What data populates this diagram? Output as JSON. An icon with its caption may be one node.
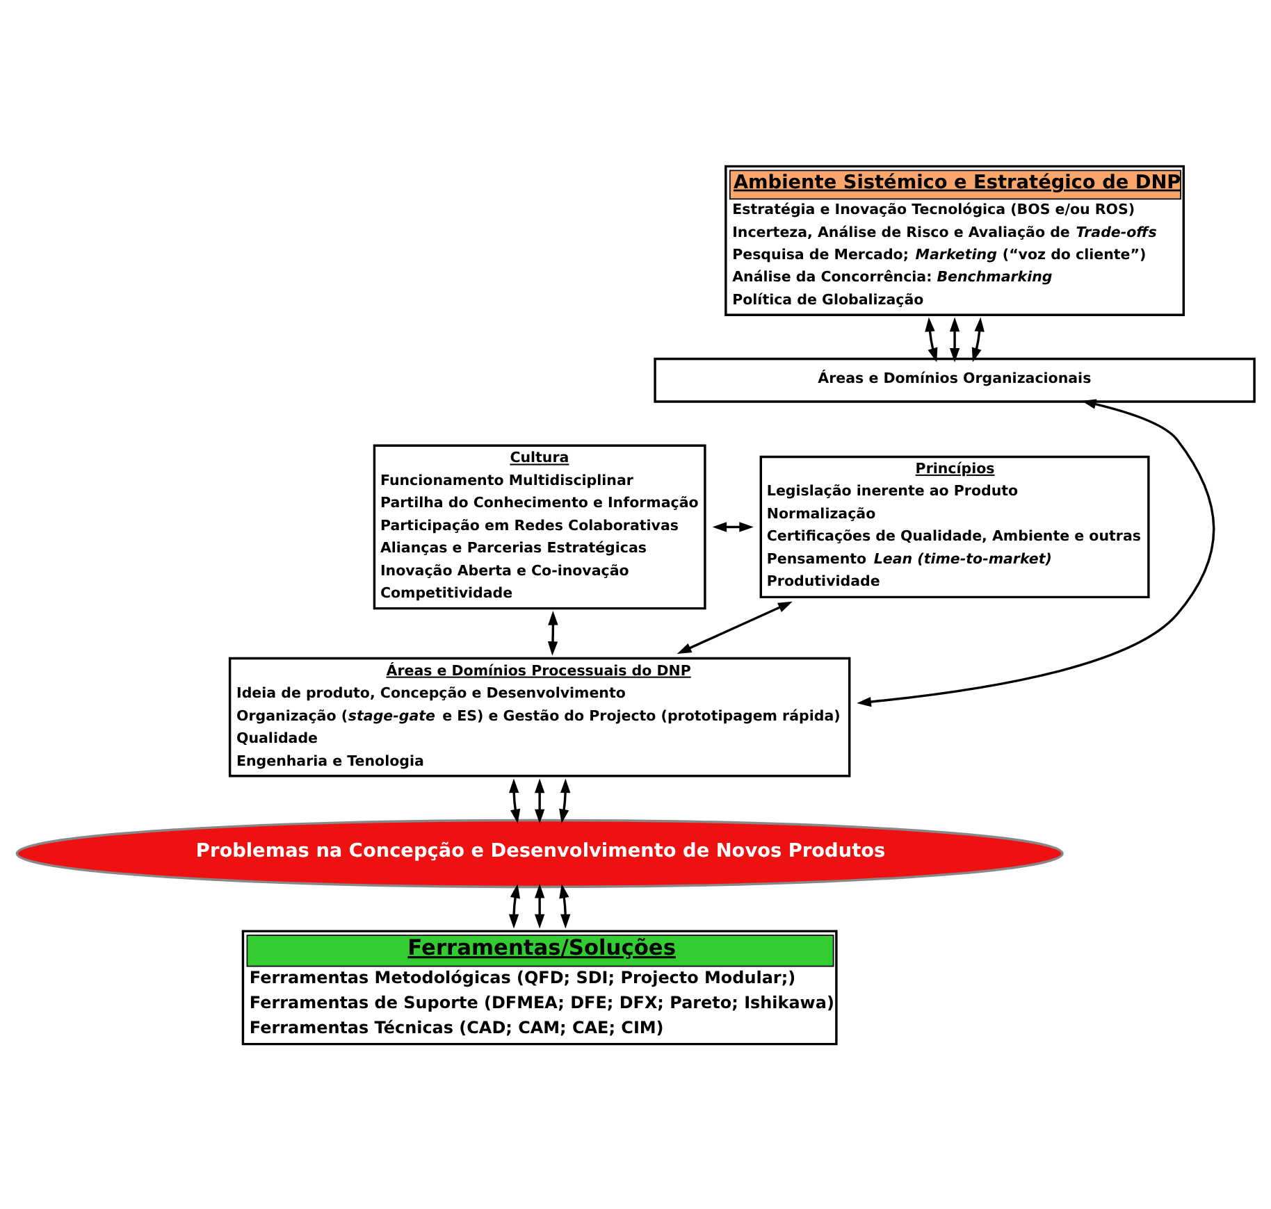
{
  "diagram": {
    "nodes": [
      {
        "text": [
          "Ambiente Sistémico e Estratégico de DNP",
          "Estratégia e Inovação Tecnológica (BOS e/ou ROS)",
          "Incerteza, Análise de Risco e Avaliação de *Trade-offs*",
          "Pesquisa de Mercado; *Marketing* (“voz do cliente”)",
          "Análise da Concorrência: *Benchmarking*",
          "Política de Globalização"
        ]
      },
      {
        "text": [
          "Áreas e Domínios Organizacionais"
        ]
      },
      {
        "text": [
          "Cultura",
          "Funcionamento Multidisciplinar",
          "Partilha do Conhecimento e Informação",
          "Participação em Redes Colaborativas",
          "Alianças e Parcerias Estratégicas",
          "Inovação Aberta e Co-inovação",
          "Competitividade"
        ]
      },
      {
        "text": [
          "Princípios",
          "Legislação inerente ao Produto",
          "Normalização",
          "Certificações de Qualidade, Ambiente e outras",
          "Pensamento *Lean (time-to-market)*",
          "Produtividade"
        ]
      },
      {
        "text": [
          "Áreas e Domínios Processuais do DNP",
          "Ideia de produto, Concepção e Desenvolvimento",
          "Organização (*stage-gate* e ES) e Gestão do Projecto (prototipagem rápida)",
          "Qualidade",
          "Engenharia e Tenologia"
        ]
      },
      {
        "text": [
          "Problemas na Concepção e Desenvolvimento de Novos Produtos"
        ]
      },
      {
        "text": [
          "Ferramentas/Soluções",
          "Ferramentas Metodológicas (QFD; SDI; Projecto Modular;)",
          "Ferramentas de Suporte (DFMEA; DFE; DFX; Pareto; Ishikawa)",
          "Ferramentas Técnicas (CAD; CAM; CAE; CIM)"
        ]
      }
    ],
    "edges": [
      {
        "from": 0,
        "to": 1,
        "arrow": "both"
      },
      {
        "from": 0,
        "to": 1,
        "arrow": "both"
      },
      {
        "from": 0,
        "to": 1,
        "arrow": "both"
      },
      {
        "from": 1,
        "to": 4,
        "arrow": "both"
      },
      {
        "from": 2,
        "to": 3,
        "arrow": "both"
      },
      {
        "from": 2,
        "to": 4,
        "arrow": "both"
      },
      {
        "from": 3,
        "to": 4,
        "arrow": "both"
      },
      {
        "from": 4,
        "to": 5,
        "arrow": "both"
      },
      {
        "from": 4,
        "to": 5,
        "arrow": "both"
      },
      {
        "from": 4,
        "to": 5,
        "arrow": "both"
      },
      {
        "from": 5,
        "to": 6,
        "arrow": "both"
      },
      {
        "from": 5,
        "to": 6,
        "arrow": "both"
      },
      {
        "from": 5,
        "to": 6,
        "arrow": "both"
      }
    ]
  }
}
